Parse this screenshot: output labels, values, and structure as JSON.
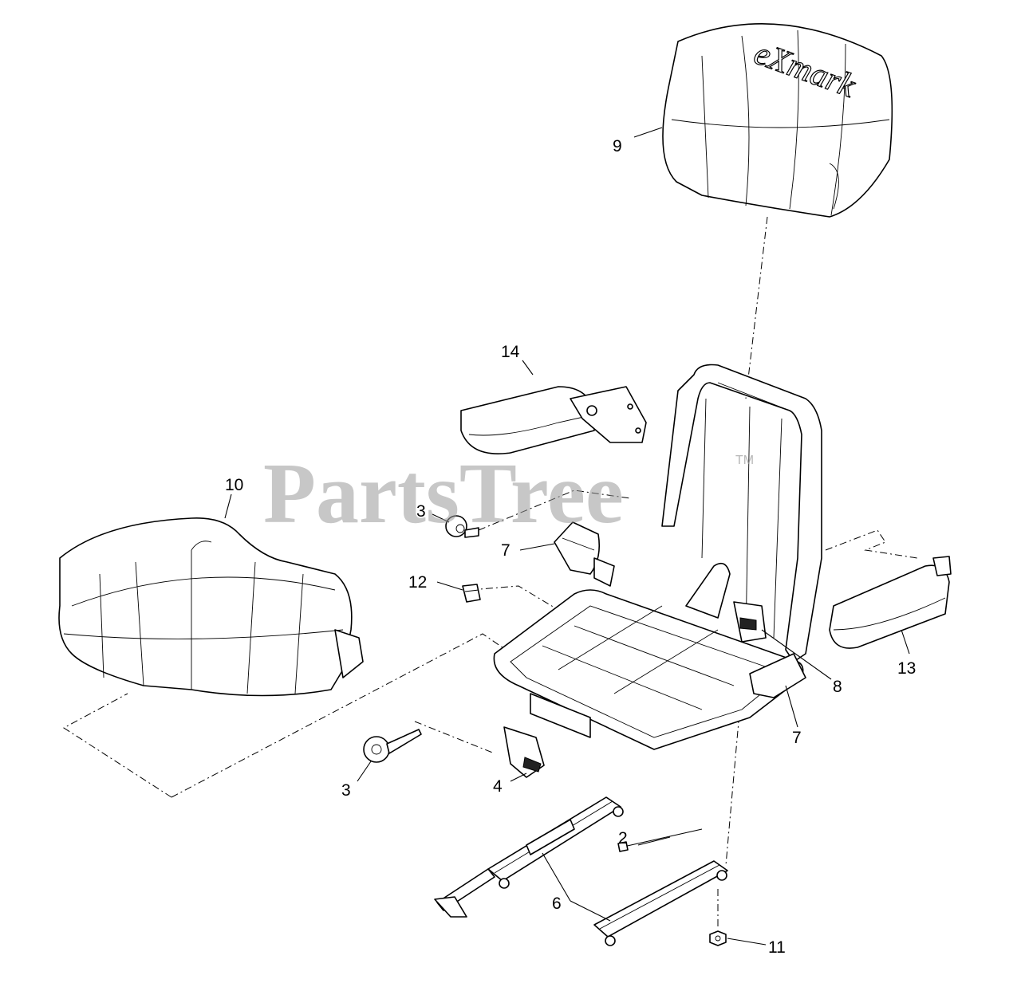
{
  "watermark": {
    "text": "PartsTree",
    "trademark": "TM"
  },
  "backrest_logo": "eXmark",
  "callouts": {
    "c9": "9",
    "c14": "14",
    "c10": "10",
    "c3a": "3",
    "c7a": "7",
    "c12": "12",
    "c13": "13",
    "c8": "8",
    "c7b": "7",
    "c3b": "3",
    "c4": "4",
    "c2": "2",
    "c6": "6",
    "c11": "11"
  }
}
